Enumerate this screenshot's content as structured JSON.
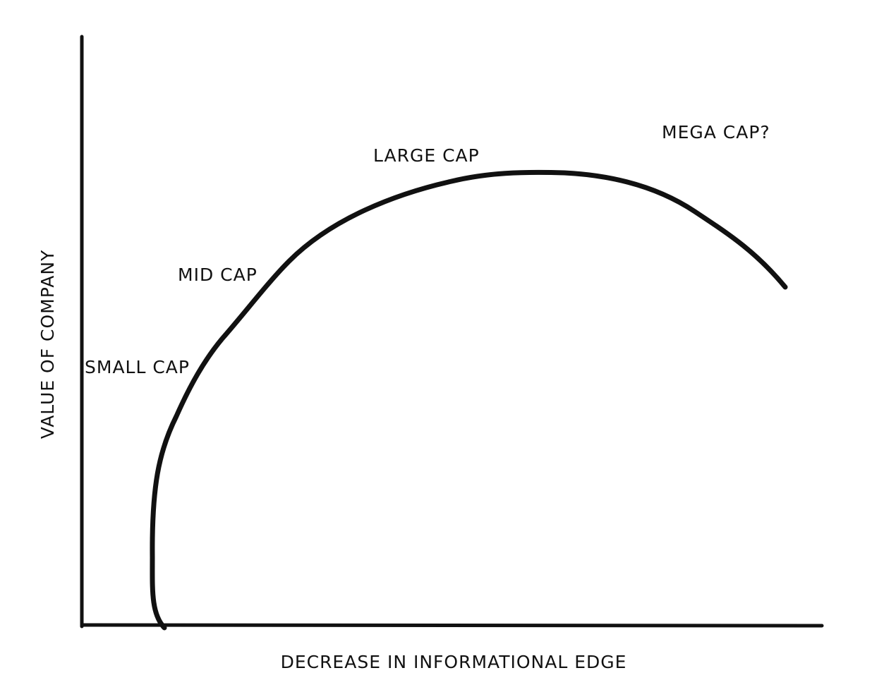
{
  "diagram": {
    "x_axis_label": "DECREASE IN INFORMATIONAL EDGE",
    "y_axis_label": "VALUE OF COMPANY",
    "stage_labels": {
      "small_cap": "SMALL CAP",
      "mid_cap": "MID CAP",
      "large_cap": "LARGE CAP",
      "mega_cap": "MEGA CAP?"
    },
    "colors": {
      "ink": "#111111",
      "background": "#ffffff"
    }
  }
}
